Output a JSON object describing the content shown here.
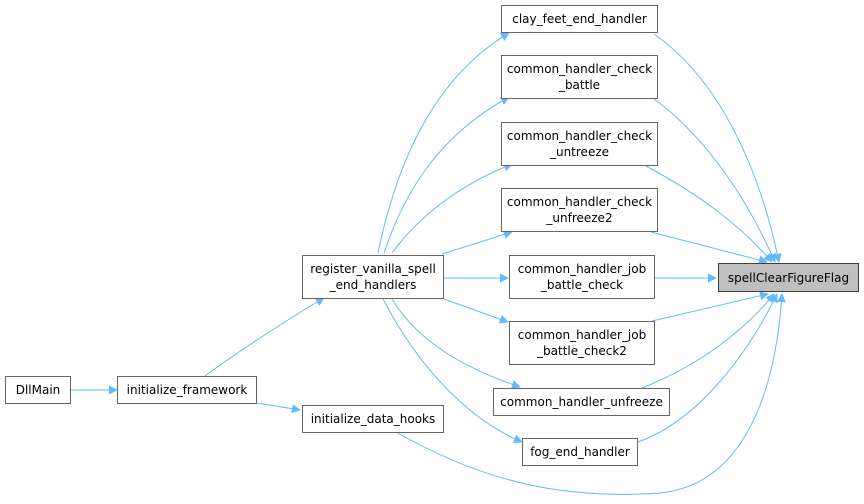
{
  "nodes": {
    "dllmain": "DllMain",
    "initialize_framework": "initialize_framework",
    "initialize_data_hooks": "initialize_data_hooks",
    "register_vanilla": "register_vanilla_spell\n_end_handlers",
    "clay_feet": "clay_feet_end_handler",
    "check_battle": "common_handler_check\n_battle",
    "check_untreeze": "common_handler_check\n_untreeze",
    "check_unfreeze2": "common_handler_check\n_unfreeze2",
    "job_battle_check": "common_handler_job\n_battle_check",
    "job_battle_check2": "common_handler_job\n_battle_check2",
    "handler_unfreeze": "common_handler_unfreeze",
    "fog_end": "fog_end_handler",
    "spell_clear": "spellClearFigureFlag"
  },
  "colors": {
    "edge": "#63b8ff",
    "node_border": "#666666",
    "focus_fill": "#bfbfbf"
  }
}
